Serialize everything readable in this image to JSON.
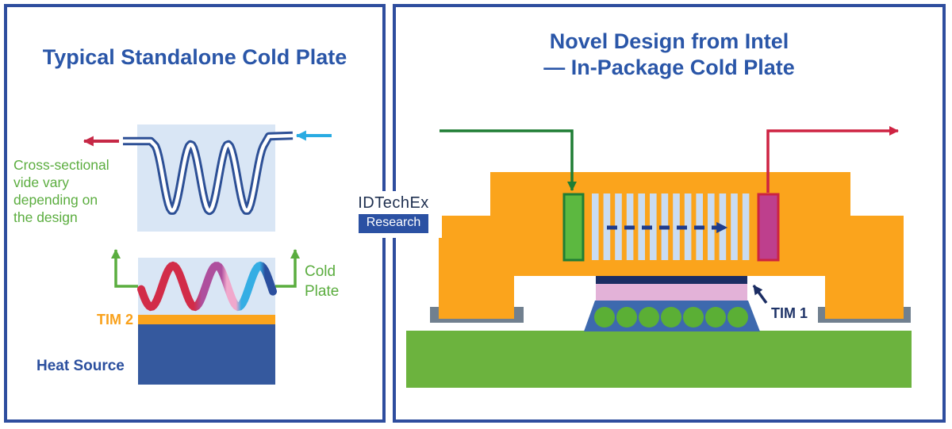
{
  "left_panel": {
    "title": "Typical Standalone Cold Plate",
    "note_lines": [
      "Cross-sectional",
      "vide vary",
      "depending on",
      "the design"
    ],
    "cold_plate_label_lines": [
      "Cold",
      "Plate"
    ],
    "tim2_label": "TIM 2",
    "heat_source_label": "Heat Source"
  },
  "right_panel": {
    "title_lines": [
      "Novel Design from Intel",
      "— In-Package Cold Plate"
    ],
    "tim1_label": "TIM 1"
  },
  "logo": {
    "brand": "IDTechEx",
    "division": "Research"
  },
  "palette": {
    "panel_border": "#2E4D9E",
    "title_blue": "#2A56A8",
    "light_blue_box": "#D9E6F5",
    "tube_blue": "#2D5096",
    "red_arrow": "#C62846",
    "cyan_arrow": "#29ABE2",
    "green_label": "#5BAD3F",
    "flow_green_dark": "#1E7D34",
    "flow_red": "#CE2342",
    "package_orange": "#FBA41C",
    "heat_source_navy": "#35599E",
    "logo_blue": "#2B51A3",
    "logo_text": "#1E2F4F",
    "fin_blue": "#C9DCF2",
    "dashed_arrow_navy": "#1F3C8C",
    "tim1_navy": "#1B2D63",
    "die_pink": "#E3B2D8",
    "substrate_blue": "#3D69AE",
    "ball_green": "#5BAF35",
    "pcb_green": "#6CB33E",
    "bracket_gray": "#71808F",
    "inlet_green": "#5CB840",
    "inlet_border": "#1F7D35",
    "outlet_pink": "#BE3F8D",
    "outlet_border": "#CC2340",
    "wave_colors": [
      "#D22C48",
      "#AE4F9D",
      "#F0A8CC",
      "#35AEE4",
      "#2B4F9E"
    ]
  }
}
